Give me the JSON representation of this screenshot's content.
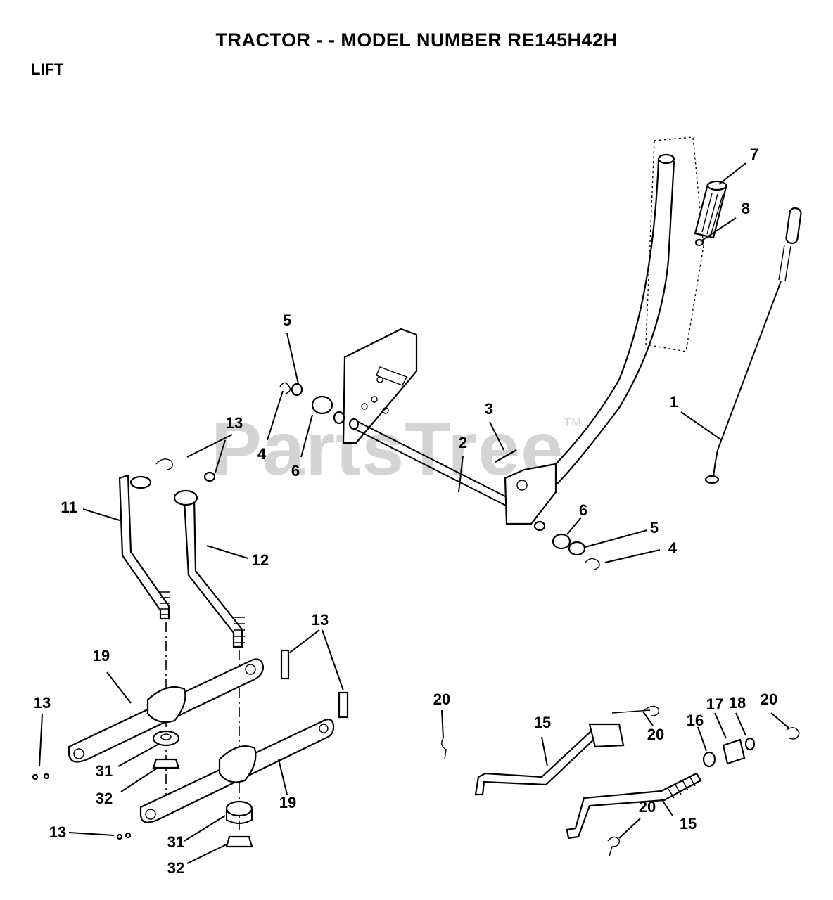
{
  "title": "TRACTOR - - MODEL NUMBER RE145H42H",
  "section": "LIFT",
  "watermark": {
    "text": "PartsTree",
    "tm": "TM"
  },
  "callouts": {
    "c1": "1",
    "c2": "2",
    "c3": "3",
    "c4a": "4",
    "c4b": "4",
    "c5a": "5",
    "c5b": "5",
    "c6a": "6",
    "c6b": "6",
    "c7": "7",
    "c8": "8",
    "c11": "11",
    "c12": "12",
    "c13a": "13",
    "c13b": "13",
    "c13c": "13",
    "c13d": "13",
    "c15a": "15",
    "c15b": "15",
    "c16": "16",
    "c17": "17",
    "c18": "18",
    "c19a": "19",
    "c19b": "19",
    "c20a": "20",
    "c20b": "20",
    "c20c": "20",
    "c20d": "20",
    "c31a": "31",
    "c31b": "31",
    "c32a": "32",
    "c32b": "32"
  }
}
